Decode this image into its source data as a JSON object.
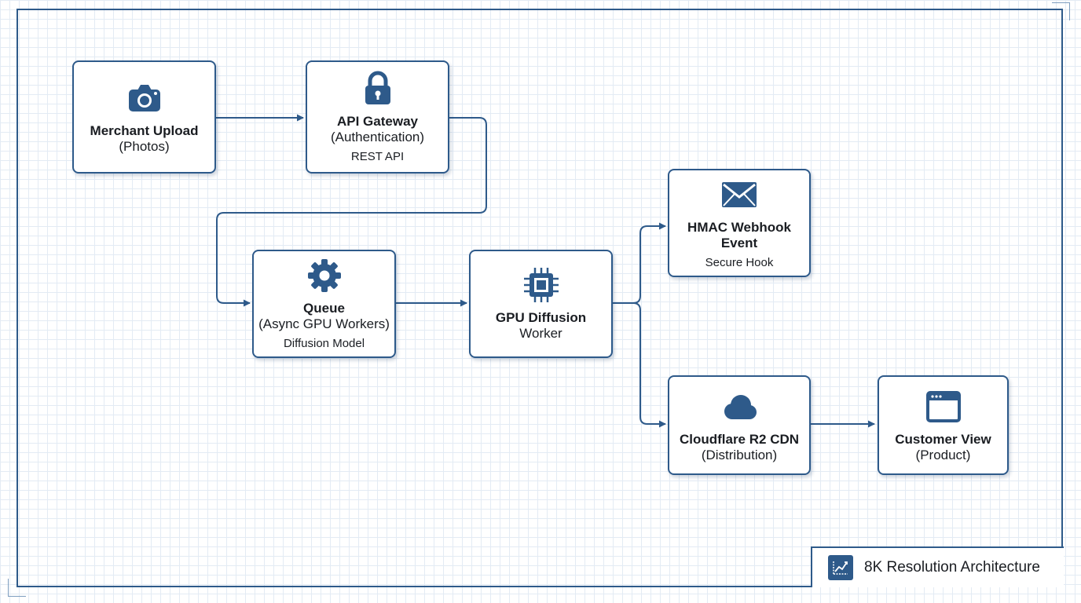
{
  "colors": {
    "accent": "#2e5a8a",
    "grid": "#e3ebf4",
    "text": "#1a1d22"
  },
  "nodes": {
    "merchant_upload": {
      "icon": "camera-icon",
      "title": "Merchant Upload",
      "subtitle": "(Photos)"
    },
    "api_gateway": {
      "icon": "lock-icon",
      "title": "API Gateway",
      "subtitle": "(Authentication)",
      "detail": "REST API"
    },
    "queue": {
      "icon": "gear-icon",
      "title": "Queue",
      "subtitle": "(Async GPU Workers)",
      "detail": "Diffusion Model"
    },
    "gpu_worker": {
      "icon": "chip-icon",
      "title": "GPU Diffusion",
      "subtitle": "Worker"
    },
    "webhook": {
      "icon": "envelope-icon",
      "title": "HMAC Webhook Event",
      "detail": "Secure Hook"
    },
    "cdn": {
      "icon": "cloud-icon",
      "title": "Cloudflare R2 CDN",
      "subtitle": "(Distribution)"
    },
    "customer_view": {
      "icon": "browser-window-icon",
      "title": "Customer View",
      "subtitle": "(Product)"
    }
  },
  "badge": {
    "icon": "chart-icon",
    "label": "8K Resolution Architecture"
  }
}
